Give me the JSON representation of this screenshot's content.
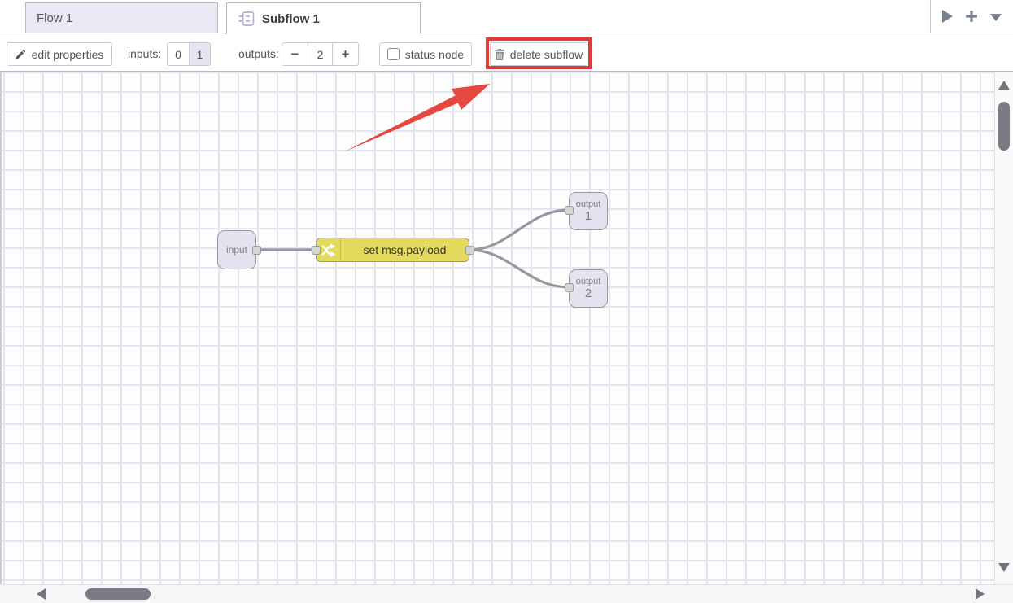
{
  "tab_bar": {
    "tabs": [
      {
        "label": "Flow 1",
        "active": false
      },
      {
        "label": "Subflow 1",
        "active": true,
        "icon": "subflow-icon"
      }
    ],
    "actions": {
      "add_label": "+"
    }
  },
  "toolbar": {
    "edit_properties": "edit properties",
    "inputs_label": "inputs:",
    "inputs_options": [
      "0",
      "1"
    ],
    "inputs_selected": "1",
    "outputs_label": "outputs:",
    "outputs_minus": "−",
    "outputs_value": "2",
    "outputs_plus": "+",
    "status_node": "status node",
    "status_node_checked": false,
    "delete_subflow": "delete subflow"
  },
  "canvas": {
    "nodes": {
      "input": {
        "label": "input",
        "type": "subflow-input"
      },
      "change": {
        "label": "set msg.payload",
        "type": "change",
        "color": "#e4db5c",
        "icon": "shuffle-icon"
      },
      "output1": {
        "label": "output",
        "number": "1",
        "type": "subflow-output"
      },
      "output2": {
        "label": "output",
        "number": "2",
        "type": "subflow-output"
      }
    },
    "wires": [
      {
        "from": "input",
        "to": "change"
      },
      {
        "from": "change",
        "to": "output1"
      },
      {
        "from": "change",
        "to": "output2"
      }
    ],
    "node_fill": "#e3e3ef",
    "wire_color": "#97979f",
    "grid_color": "#e5e5f1"
  },
  "annotations": {
    "arrow_color": "#e4483f",
    "highlight_color": "#e23a38",
    "highlight_target": "delete subflow button"
  }
}
